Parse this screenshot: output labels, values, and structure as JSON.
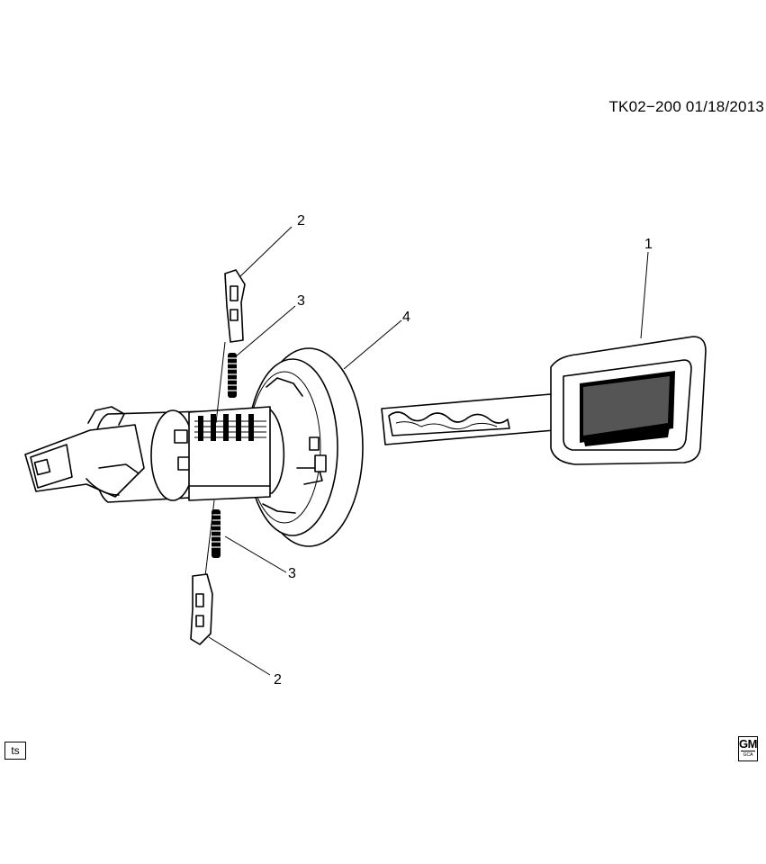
{
  "header": {
    "doc_id": "TK02−200  01/18/2013"
  },
  "footer": {
    "ts_label": "ts",
    "gm_logo_text": "GM",
    "gm_logo_sub": "GCA"
  },
  "callouts": [
    {
      "id": "key",
      "number": "1"
    },
    {
      "id": "retainer-top",
      "number": "2"
    },
    {
      "id": "spring-top",
      "number": "3"
    },
    {
      "id": "bezel",
      "number": "4"
    },
    {
      "id": "spring-bottom",
      "number": "3"
    },
    {
      "id": "retainer-bottom",
      "number": "2"
    }
  ],
  "icons": {
    "gm": "gm-logo-icon"
  }
}
